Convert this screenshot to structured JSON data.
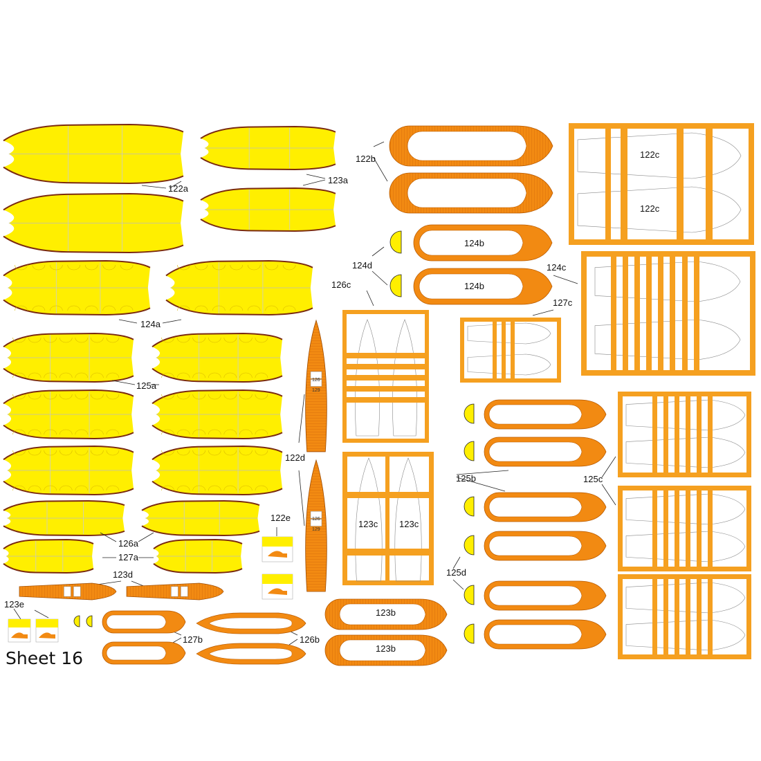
{
  "sheet_title": "Sheet 16",
  "colors": {
    "yellow": "#ffef00",
    "orange": "#f28a12",
    "frame_orange": "#f5a020",
    "hull_edge": "#7a2a10",
    "wood_stripe": "#d9700c"
  },
  "labels": {
    "p122a": "122a",
    "p123a": "123a",
    "p124a": "124a",
    "p125a": "125a",
    "p126a": "126a",
    "p127a": "127a",
    "p122b": "122b",
    "p122c": "122c",
    "p122d": "122d",
    "p122e": "122e",
    "p123b": "123b",
    "p123c": "123c",
    "p123d": "123d",
    "p123e": "123e",
    "p124b": "124b",
    "p124c": "124c",
    "p124d": "124d",
    "p125b": "125b",
    "p125c": "125c",
    "p125d": "125d",
    "p126b": "126b",
    "p126c": "126c",
    "p127b": "127b",
    "p127c": "127c",
    "n126": "126",
    "n129": "129"
  }
}
